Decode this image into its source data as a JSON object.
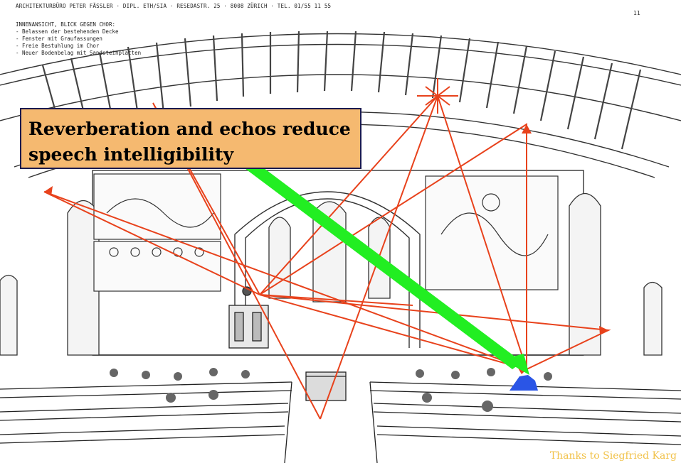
{
  "header": {
    "text": "ARCHITEKTURBÜRO PETER FÄSSLER · DIPL. ETH/SIA · RESEDASTR. 25 · 8008 ZÜRICH · TEL. 01/55 11 55",
    "page": "11"
  },
  "drawing_notes": {
    "title": "INNENANSICHT, BLICK GEGEN CHOR:",
    "items": [
      "- Belassen der bestehenden Decke",
      "- Fenster mit Graufassungen",
      "- Freie Bestuhlung im Chor",
      "- Neuer Bodenbelag mit Sandsteinplatten"
    ]
  },
  "callout": {
    "line1": "Reverberation and echos reduce",
    "line2": "speech intelligibility"
  },
  "credit": "Thanks to Siegfried Karg",
  "colors": {
    "callout_fill": "#f5b970",
    "callout_border": "#1a1a50",
    "sound_rays": "#e8421c",
    "direct_sound": "#22ee22",
    "listener": "#2a55e6",
    "credit_text": "#f1c24a"
  }
}
